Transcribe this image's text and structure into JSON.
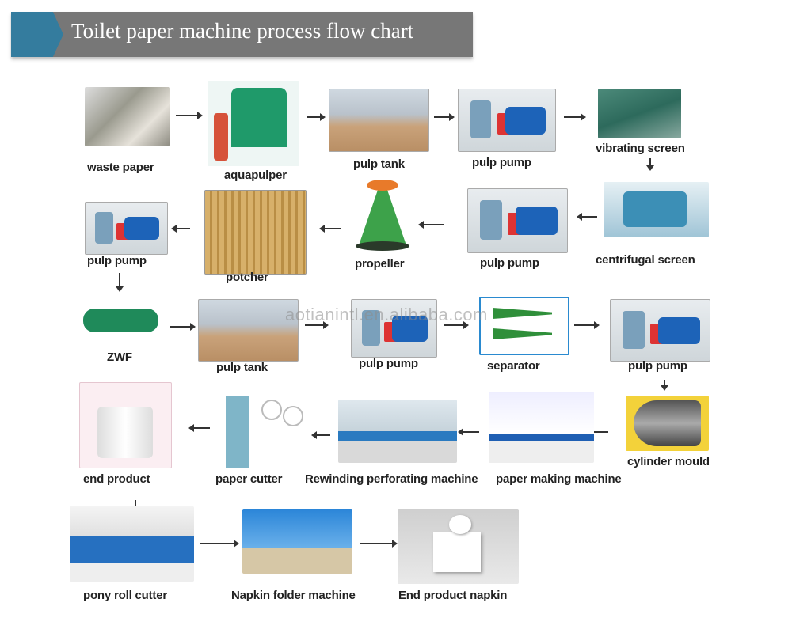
{
  "header": {
    "title": "Toilet paper machine process flow chart",
    "accent_color": "#347c9e",
    "bar_color": "#777777"
  },
  "watermark": "aotianintl.en.alibaba.com",
  "nodes": [
    {
      "label": "waste paper"
    },
    {
      "label": "aquapulper"
    },
    {
      "label": "pulp tank"
    },
    {
      "label": "pulp pump"
    },
    {
      "label": "vibrating screen"
    },
    {
      "label": "centrifugal screen"
    },
    {
      "label": "pulp pump"
    },
    {
      "label": "propeller"
    },
    {
      "label": "potcher"
    },
    {
      "label": "pulp pump"
    },
    {
      "label": "ZWF"
    },
    {
      "label": "pulp tank"
    },
    {
      "label": "pulp pump"
    },
    {
      "label": "separator"
    },
    {
      "label": "pulp pump"
    },
    {
      "label": "cylinder mould"
    },
    {
      "label": "paper making machine"
    },
    {
      "label": "Rewinding perforating machine"
    },
    {
      "label": "paper cutter"
    },
    {
      "label": "end product"
    },
    {
      "label": "pony roll cutter"
    },
    {
      "label": "Napkin folder machine"
    },
    {
      "label": "End product napkin"
    }
  ]
}
